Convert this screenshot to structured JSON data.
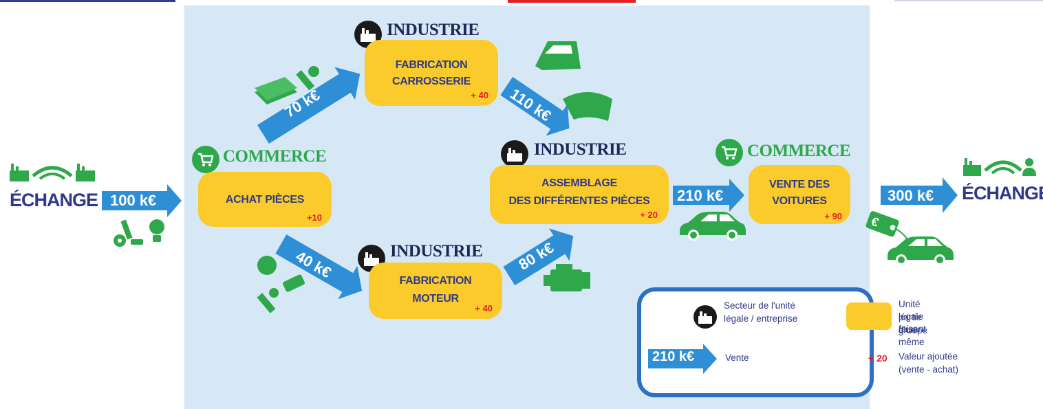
{
  "colors": {
    "panel": "#d6e8f6",
    "unit_box": "#fbcb2c",
    "arrow": "#2f8fd6",
    "navy": "#2e3a88",
    "commerce_green": "#2ea84a",
    "value_red": "#e31e24",
    "legend_border": "#2d6fc2"
  },
  "left_echange": {
    "label": "ÉCHANGE",
    "icons": [
      "factory-icon",
      "factory-icon",
      "bolts-icon",
      "lightbulb-icon"
    ]
  },
  "right_echange": {
    "label": "ÉCHANGE",
    "icons": [
      "factory-icon",
      "person-icon",
      "car-icon",
      "price-tag-icon"
    ]
  },
  "sectors": {
    "industrie": "INDUSTRIE",
    "commerce": "COMMERCE"
  },
  "units": {
    "achat": {
      "sector": "COMMERCE",
      "line1": "ACHAT PIÈCES",
      "line2": "",
      "value_added": "+10"
    },
    "carrosserie": {
      "sector": "INDUSTRIE",
      "line1": "FABRICATION",
      "line2": "CARROSSERIE",
      "value_added": "+ 40"
    },
    "moteur": {
      "sector": "INDUSTRIE",
      "line1": "FABRICATION",
      "line2": "MOTEUR",
      "value_added": "+ 40"
    },
    "assemblage": {
      "sector": "INDUSTRIE",
      "line1": "ASSEMBLAGE",
      "line2": "DES DIFFÉRENTES PIÈCES",
      "value_added": "+ 20"
    },
    "vente": {
      "sector": "COMMERCE",
      "line1": "VENTE DES",
      "line2": "VOITURES",
      "value_added": "+ 90"
    }
  },
  "flows": {
    "f100": "100 k€",
    "f70": "70 k€",
    "f40": "40 k€",
    "f110": "110 k€",
    "f80": "80 k€",
    "f210": "210 k€",
    "f300": "300 k€"
  },
  "legend": {
    "sector_text_1": "Secteur de l'unité",
    "sector_text_2": "légale / entreprise",
    "group_text_1": "Unité légale faisant",
    "group_text_2": "partie d'un même",
    "group_text_3": "groupe",
    "sale_arrow_label": "210 k€",
    "sale_text": "Vente",
    "va_sample": "+ 20",
    "va_text_1": "Valeur ajoutée",
    "va_text_2": "(vente - achat)"
  }
}
